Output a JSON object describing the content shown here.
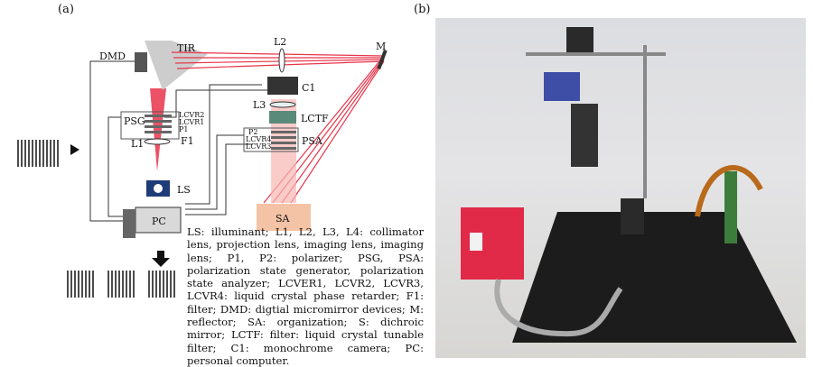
{
  "panels": {
    "a": "(a)",
    "b": "(b)"
  },
  "components": {
    "dmd": "DMD",
    "tir": "TIR",
    "l2": "L2",
    "m": "M",
    "c1": "C1",
    "l3": "L3",
    "lctf": "LCTF",
    "psg": "PSG",
    "lcvr2": "LCVR2",
    "lcvr1": "LCVR1",
    "p1": "P1",
    "l1": "L1",
    "f1": "F1",
    "p2": "P2",
    "lcvr4": "LCVR4",
    "lcvr3": "LCVR3",
    "psa": "PSA",
    "ls": "LS",
    "pc": "PC",
    "sa": "SA"
  },
  "legend": "LS: illuminant; L1, L2, L3, L4: collimator lens, projection lens, imaging lens, imaging lens; P1, P2: polarizer; PSG, PSA: polarization state generator, polarization state analyzer; LCVER1, LCVR2, LCVR3, LCVR4: liquid crystal phase retarder; F1: filter; DMD: digtial micromirror devices; M: reflector; SA: organization; S: dichroic mirror; LCTF: filter: liquid crystal tunable filter; C1: monochrome camera; PC: personal computer.",
  "colors": {
    "beam": "#e8344a",
    "sa": "#f4c3a5",
    "pc": "#d9d9d9",
    "ls": "#1f3b78"
  }
}
